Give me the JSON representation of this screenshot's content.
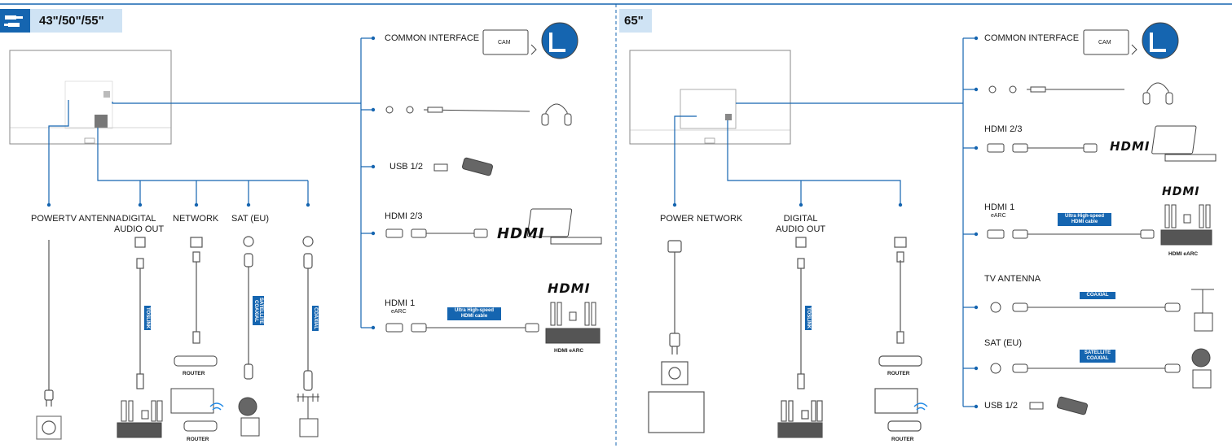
{
  "colors": {
    "accent": "#1565b0",
    "header_bg": "#cfe3f4",
    "line": "#1565b0"
  },
  "left_panel": {
    "title": "43\"/50\"/55\"",
    "icon": "cable-plug-icon",
    "bottom_labels": {
      "power": "POWER",
      "tv_antenna": "TV ANTENNA",
      "digital_audio_out": "DIGITAL\nAUDIO OUT",
      "network": "NETWORK",
      "sat": "SAT (EU)"
    },
    "side_labels": {
      "common_interface": "COMMON INTERFACE",
      "cam": "CAM",
      "usb": "USB 1/2",
      "hdmi23": "HDMI 2/3",
      "hdmi1": "HDMI 1",
      "earc": "eARC",
      "hdmi_logo": "HDMI",
      "ultra_cable": "Ultra High-speed\nHDMI cable",
      "hdmi_earc_device": "HDMI eARC"
    },
    "tags": {
      "toslink": "TOSLINK",
      "sat_coaxial": "SATELLITE\nCOAXIAL",
      "coaxial": "COAXIAL"
    },
    "router1": "ROUTER",
    "router2": "ROUTER"
  },
  "right_panel": {
    "title": "65\"",
    "bottom_labels": {
      "power": "POWER",
      "network": "NETWORK",
      "digital_audio_out": "DIGITAL\nAUDIO OUT"
    },
    "side_labels": {
      "common_interface": "COMMON INTERFACE",
      "cam": "CAM",
      "hdmi23": "HDMI 2/3",
      "hdmi1": "HDMI 1",
      "earc": "eARC",
      "hdmi_logo1": "HDMI",
      "hdmi_logo2": "HDMI",
      "ultra_cable": "Ultra High-speed\nHDMI cable",
      "hdmi_earc_device": "HDMI eARC",
      "tv_antenna": "TV ANTENNA",
      "coaxial": "COAXIAL",
      "sat": "SAT (EU)",
      "sat_coaxial": "SATELLITE\nCOAXIAL",
      "usb": "USB 1/2"
    },
    "tags": {
      "toslink": "TOSLINK"
    },
    "router1": "ROUTER",
    "router2": "ROUTER"
  }
}
